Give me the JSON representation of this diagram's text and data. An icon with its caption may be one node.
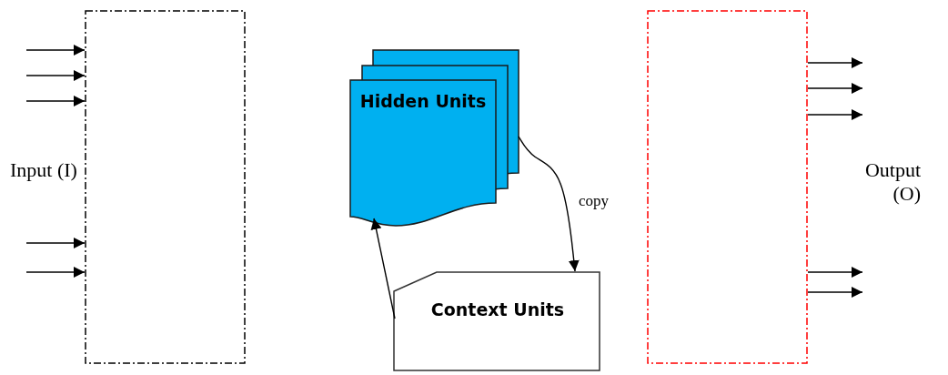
{
  "diagram": {
    "nodes": [
      {
        "text": [],
        "shape": "box",
        "beside": [
          "Input (I)"
        ]
      },
      {
        "text": [
          "Hidden Units"
        ]
      },
      {
        "text": [
          "Context Units"
        ]
      },
      {
        "text": [],
        "shape": "box",
        "beside": [
          "Output (O)"
        ]
      }
    ],
    "edges": [
      {
        "from": null,
        "to": 0,
        "arrow": "to"
      },
      {
        "from": null,
        "to": 0,
        "arrow": "to"
      },
      {
        "from": null,
        "to": 0,
        "arrow": "to"
      },
      {
        "from": null,
        "to": 0,
        "arrow": "to"
      },
      {
        "from": null,
        "to": 0,
        "arrow": "to"
      },
      {
        "from": 1,
        "to": 2,
        "arrow": "to",
        "label": "copy"
      },
      {
        "from": 2,
        "to": 1,
        "arrow": "to"
      },
      {
        "from": 3,
        "to": null,
        "arrow": "to"
      },
      {
        "from": 3,
        "to": null,
        "arrow": "to"
      },
      {
        "from": 3,
        "to": null,
        "arrow": "to"
      },
      {
        "from": 3,
        "to": null,
        "arrow": "to"
      },
      {
        "from": 3,
        "to": null,
        "arrow": "to"
      }
    ]
  }
}
